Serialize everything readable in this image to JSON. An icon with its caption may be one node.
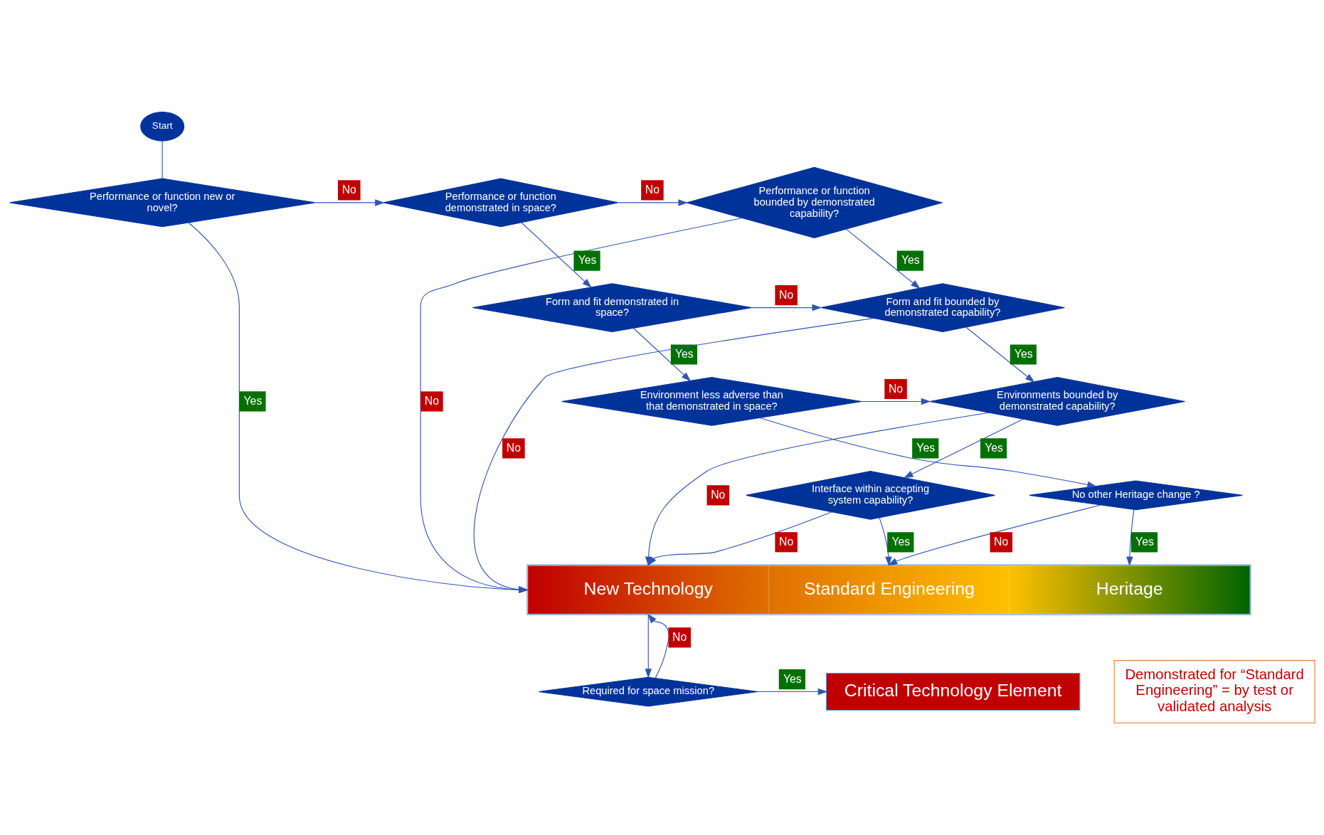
{
  "diagram": {
    "nodes": [
      {
        "text": [
          "Start"
        ]
      },
      {
        "text": [
          "Performance or function new or novel?"
        ]
      },
      {
        "text": [
          "Performance or function bounded by demonstrated capability?"
        ]
      },
      {
        "text": [
          "Performance or function demonstrated in space?"
        ]
      },
      {
        "text": [
          "Form and fit demonstrated in space?"
        ]
      },
      {
        "text": [
          "Form and fit bounded by demonstrated capability?"
        ]
      },
      {
        "text": [
          "Environment less adverse than that demonstrated in space?"
        ]
      },
      {
        "text": [
          "Environments bounded by demonstrated capability?"
        ]
      },
      {
        "text": [
          "Interface within accepting system capability?"
        ]
      },
      {
        "text": [
          "No other Heritage change ?"
        ]
      },
      {
        "text": [
          "New Technology",
          "Standard Engineering",
          "Heritage"
        ]
      },
      {
        "text": [
          "Required for space mission?"
        ]
      },
      {
        "text": [
          "Critical Technology Element"
        ]
      },
      {
        "text": [
          "Demonstrated for “Standard Engineering” = by test or validated analysis"
        ]
      }
    ],
    "edges": [
      {
        "from": 0,
        "to": 1,
        "arrow": "none"
      },
      {
        "from": 1,
        "to": 10,
        "arrow": "to",
        "label": "Yes"
      },
      {
        "from": 1,
        "to": 3,
        "arrow": "to",
        "label": "No"
      },
      {
        "from": 3,
        "to": 2,
        "arrow": "to",
        "label": "No"
      },
      {
        "from": 3,
        "to": 4,
        "arrow": "to",
        "label": "Yes"
      },
      {
        "from": 2,
        "to": 10,
        "arrow": "to",
        "label": "No"
      },
      {
        "from": 2,
        "to": 5,
        "arrow": "to",
        "label": "Yes"
      },
      {
        "from": 4,
        "to": 5,
        "arrow": "to",
        "label": "No"
      },
      {
        "from": 4,
        "to": 6,
        "arrow": "to",
        "label": "Yes"
      },
      {
        "from": 5,
        "to": 10,
        "arrow": "to",
        "label": "No"
      },
      {
        "from": 5,
        "to": 7,
        "arrow": "to",
        "label": "Yes"
      },
      {
        "from": 6,
        "to": 7,
        "arrow": "to",
        "label": "No"
      },
      {
        "from": 6,
        "to": 9,
        "arrow": "to",
        "label": "Yes"
      },
      {
        "from": 7,
        "to": 10,
        "arrow": "to",
        "label": "No"
      },
      {
        "from": 7,
        "to": 8,
        "arrow": "to",
        "label": "Yes"
      },
      {
        "from": 8,
        "to": 10,
        "arrow": "to",
        "label": "No"
      },
      {
        "from": 8,
        "to": 10,
        "arrow": "to",
        "label": "Yes"
      },
      {
        "from": 9,
        "to": 10,
        "arrow": "to",
        "label": "No"
      },
      {
        "from": 9,
        "to": 10,
        "arrow": "to",
        "label": "Yes"
      },
      {
        "from": 10,
        "to": 11,
        "arrow": "to"
      },
      {
        "from": 11,
        "to": 10,
        "arrow": "to",
        "label": "No"
      },
      {
        "from": 11,
        "to": 12,
        "arrow": "to",
        "label": "Yes"
      }
    ]
  }
}
